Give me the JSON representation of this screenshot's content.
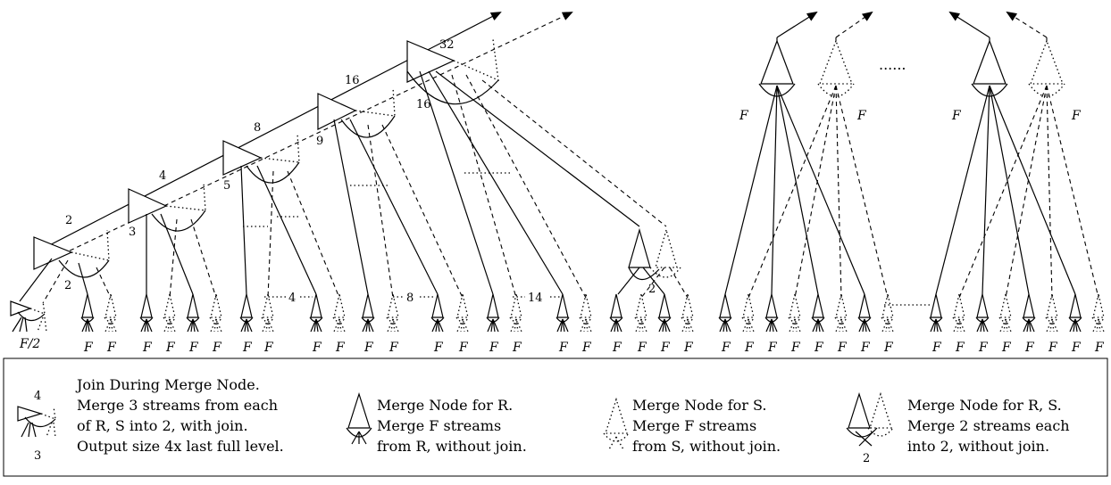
{
  "tree_labels": {
    "level_sizes": [
      "2",
      "4",
      "8",
      "16",
      "32"
    ],
    "side_labels": [
      "2",
      "3",
      "5",
      "9",
      "16"
    ],
    "gap_counts": [
      "4",
      "8",
      "14"
    ],
    "small_merge_label": "2",
    "leaf_f_half": "F/2",
    "f": "F",
    "ellipsis": "......"
  },
  "legend": {
    "join_node": {
      "top_num": "4",
      "bottom_num": "3",
      "lines": [
        "Join During Merge Node.",
        "Merge 3 streams from each",
        "of R, S into 2, with join.",
        "Output size 4x last full level."
      ]
    },
    "merge_r": {
      "lines": [
        "Merge Node for R.",
        "Merge F streams",
        "from R, without join."
      ]
    },
    "merge_s": {
      "lines": [
        "Merge Node for S.",
        "Merge F streams",
        "from S, without join."
      ]
    },
    "merge_rs": {
      "num": "2",
      "lines": [
        "Merge Node for R, S.",
        "Merge 2 streams each",
        "into 2, without join."
      ]
    }
  }
}
